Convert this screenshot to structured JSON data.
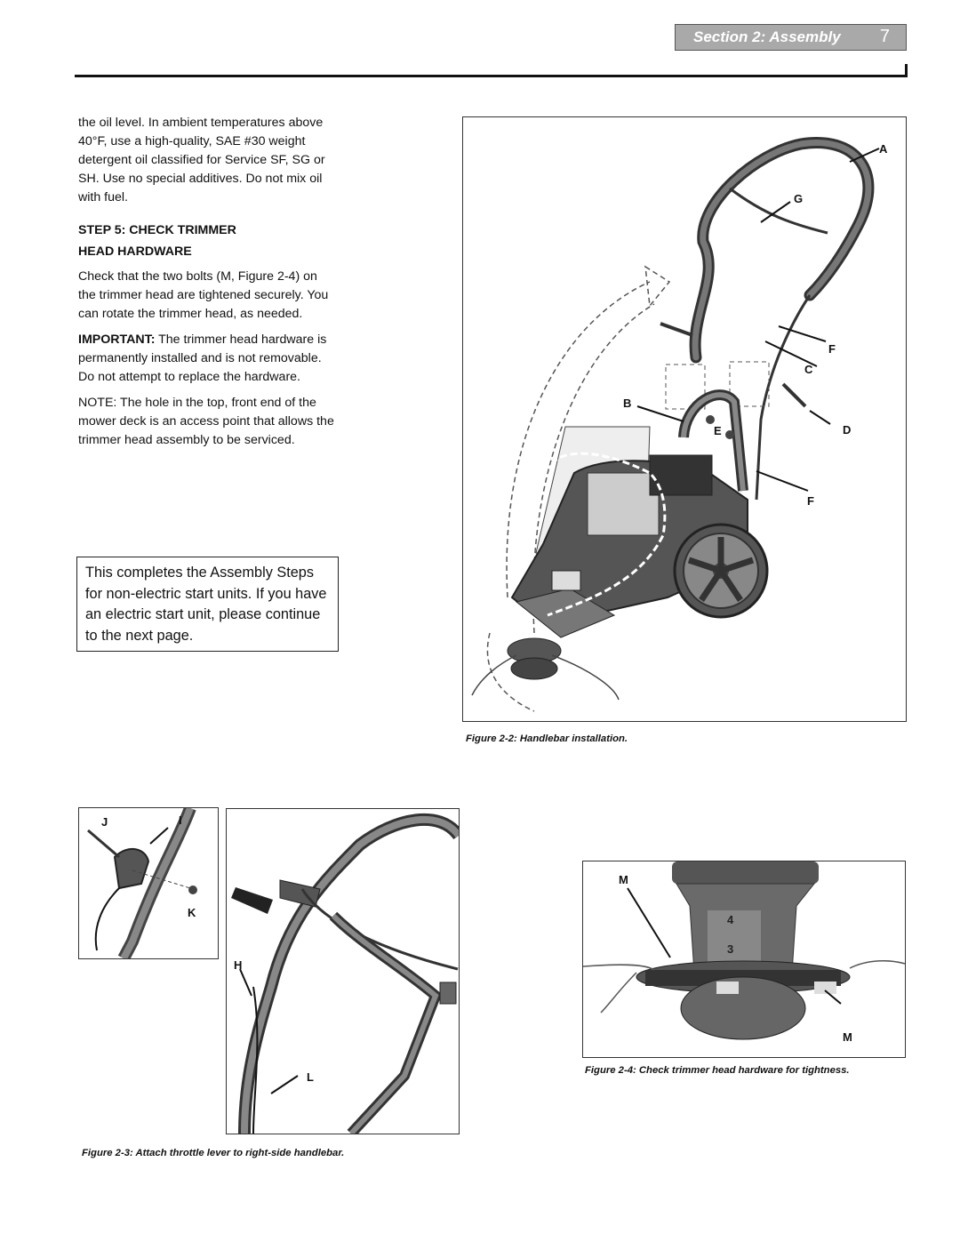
{
  "header": {
    "section_title": "Section 2: Assembly",
    "page_number": "7"
  },
  "text": {
    "p1": "the oil level. In ambient temperatures above 40°F, use a high-quality, SAE #30 weight detergent oil classified for Service SF, SG or SH. Use no special additives. Do not mix oil with fuel.",
    "step_heading_line1": "STEP 5: CHECK TRIMMER",
    "step_heading_line2": "HEAD HARDWARE",
    "p2": "Check that the two bolts (M, Figure 2-4) on the trimmer head are tightened securely. You can rotate the trimmer head, as needed.",
    "important_label": "IMPORTANT:",
    "important_text": " The trimmer head hardware is permanently installed and is not removable. Do not attempt to replace the hardware.",
    "note": "NOTE: The hole in the top, front end of the mower deck is an access point that allows the trimmer head assembly to be serviced.",
    "callout": "This completes the Assembly Steps for non-electric start units. If you have an electric start unit, please continue to the next page."
  },
  "figure_2_2": {
    "caption": "Figure 2-2: Handlebar installation.",
    "labels": {
      "A": "A",
      "G": "G",
      "F1": "F",
      "C": "C",
      "B": "B",
      "E": "E",
      "D": "D",
      "F2": "F"
    }
  },
  "figure_2_3": {
    "caption": "Figure 2-3: Attach throttle lever to right-side handlebar.",
    "labels": {
      "J": "J",
      "I": "I",
      "K": "K",
      "H": "H",
      "L": "L"
    }
  },
  "figure_2_4": {
    "caption": "Figure 2-4: Check trimmer head hardware for tightness.",
    "labels": {
      "M1": "M",
      "M2": "M",
      "n4": "4",
      "n3": "3"
    }
  }
}
